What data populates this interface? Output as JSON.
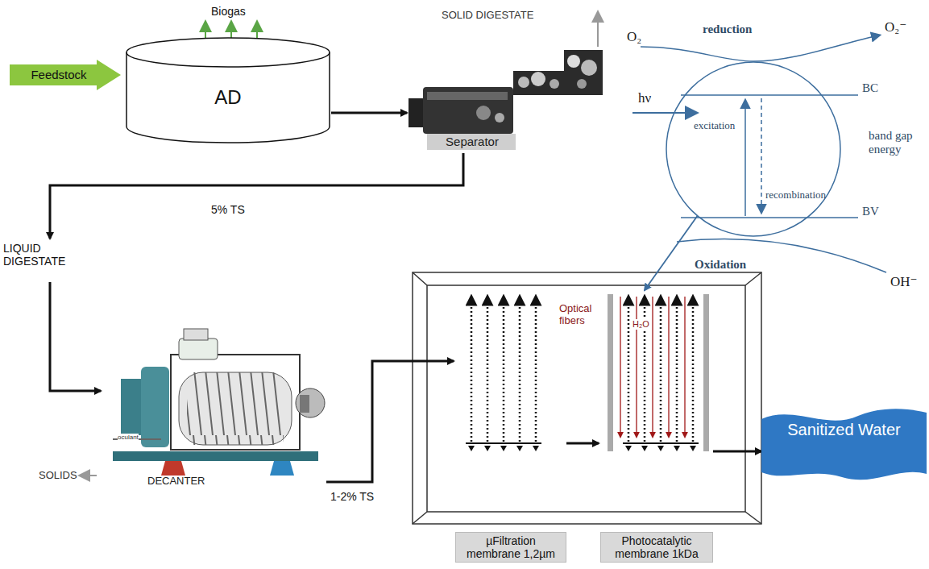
{
  "diagram": {
    "nodes": [
      {
        "text": [
          "Feedstock"
        ]
      },
      {
        "text": [
          "AD"
        ]
      },
      {
        "text": [
          "Separator"
        ]
      },
      {
        "text": [
          "DECANTER"
        ]
      },
      {
        "text": [
          "µFiltration membrane 1,2µm"
        ]
      },
      {
        "text": [
          "Photocatalytic membrane 1kDa"
        ]
      },
      {
        "text": [
          "Sanitized Water"
        ]
      },
      {
        "text": [
          "excitation",
          "recombination"
        ]
      }
    ],
    "edges": [
      {
        "from": 1,
        "to": 2,
        "arrow": "to"
      },
      {
        "from": 2,
        "to": 3,
        "label": "5% TS",
        "arrow": "to"
      },
      {
        "from": 3,
        "to": 4,
        "label": "1-2% TS",
        "arrow": "to"
      },
      {
        "from": 4,
        "to": 5,
        "arrow": "to"
      },
      {
        "from": 5,
        "to": 6,
        "arrow": "to"
      },
      {
        "from": 7,
        "to": 5,
        "arrow": "to"
      }
    ],
    "labels": [
      "Biogas",
      "SOLID DIGESTATE",
      "LIQUID DIGESTATE",
      "SOLIDS",
      "oculant",
      "Optical fibers",
      "H₂O",
      "O₂",
      "reduction",
      "O₂⁻",
      "BC",
      "band gap energy",
      "BV",
      "Oxidation",
      "OH⁻",
      "hν"
    ]
  }
}
